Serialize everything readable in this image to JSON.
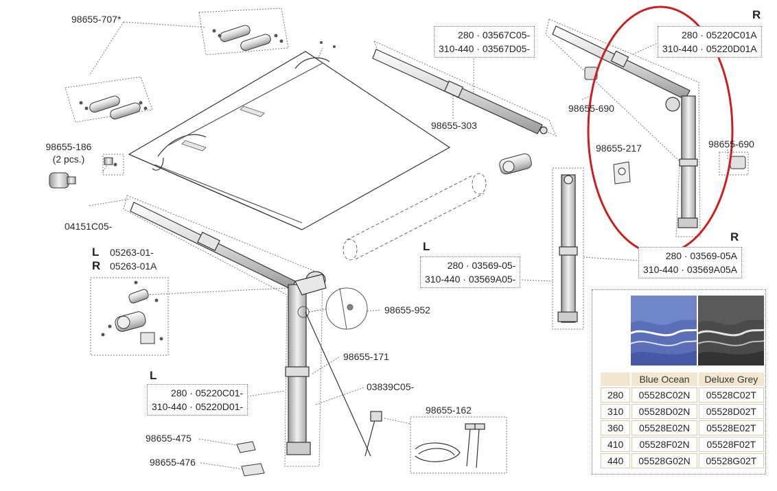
{
  "labels": {
    "p_98655_707": "98655-707*",
    "p_98655_186": "98655-186",
    "p_98655_186_qty": "(2 pcs.)",
    "p_04151C05": "04151C05-",
    "p_98655_303": "98655-303",
    "p_98655_690_a": "98655-690",
    "p_98655_690_b": "98655-690",
    "p_98655_217": "98655-217",
    "p_98655_952": "98655-952",
    "p_98655_171": "98655-171",
    "p_03839C05": "03839C05-",
    "p_98655_162": "98655-162",
    "p_98655_475": "98655-475",
    "p_98655_476": "98655-476"
  },
  "sides": {
    "left": "L",
    "right": "R"
  },
  "callouts": {
    "top_mid": [
      "280 · 03567C05-",
      "310-440 · 03567D05-"
    ],
    "top_right": [
      "280 · 05220C01A",
      "310-440 · 05220D01A"
    ],
    "mid_right": [
      "280 · 03569-05A",
      "310-440 · 03569A05A"
    ],
    "mid_left": [
      "280 · 03569-05-",
      "310-440 · 03569A05-"
    ],
    "bottom_left": [
      "280 · 05220C01-",
      "310-440 · 05220D01-"
    ],
    "bracket_L": "05263-01-",
    "bracket_R": "05263-01A"
  },
  "fabric": {
    "swatch_colors": {
      "blue_ocean": "#6f86c8",
      "deluxe_grey": "#5a5a5a"
    },
    "headers": [
      "",
      "Blue Ocean",
      "Deluxe Grey"
    ],
    "rows": [
      [
        "280",
        "05528C02N",
        "05528C02T"
      ],
      [
        "310",
        "05528D02N",
        "05528D02T"
      ],
      [
        "360",
        "05528E02N",
        "05528E02T"
      ],
      [
        "410",
        "05528F02N",
        "05528F02T"
      ],
      [
        "440",
        "05528G02N",
        "05528G02T"
      ]
    ]
  },
  "highlight_color": "#cc1f1f"
}
